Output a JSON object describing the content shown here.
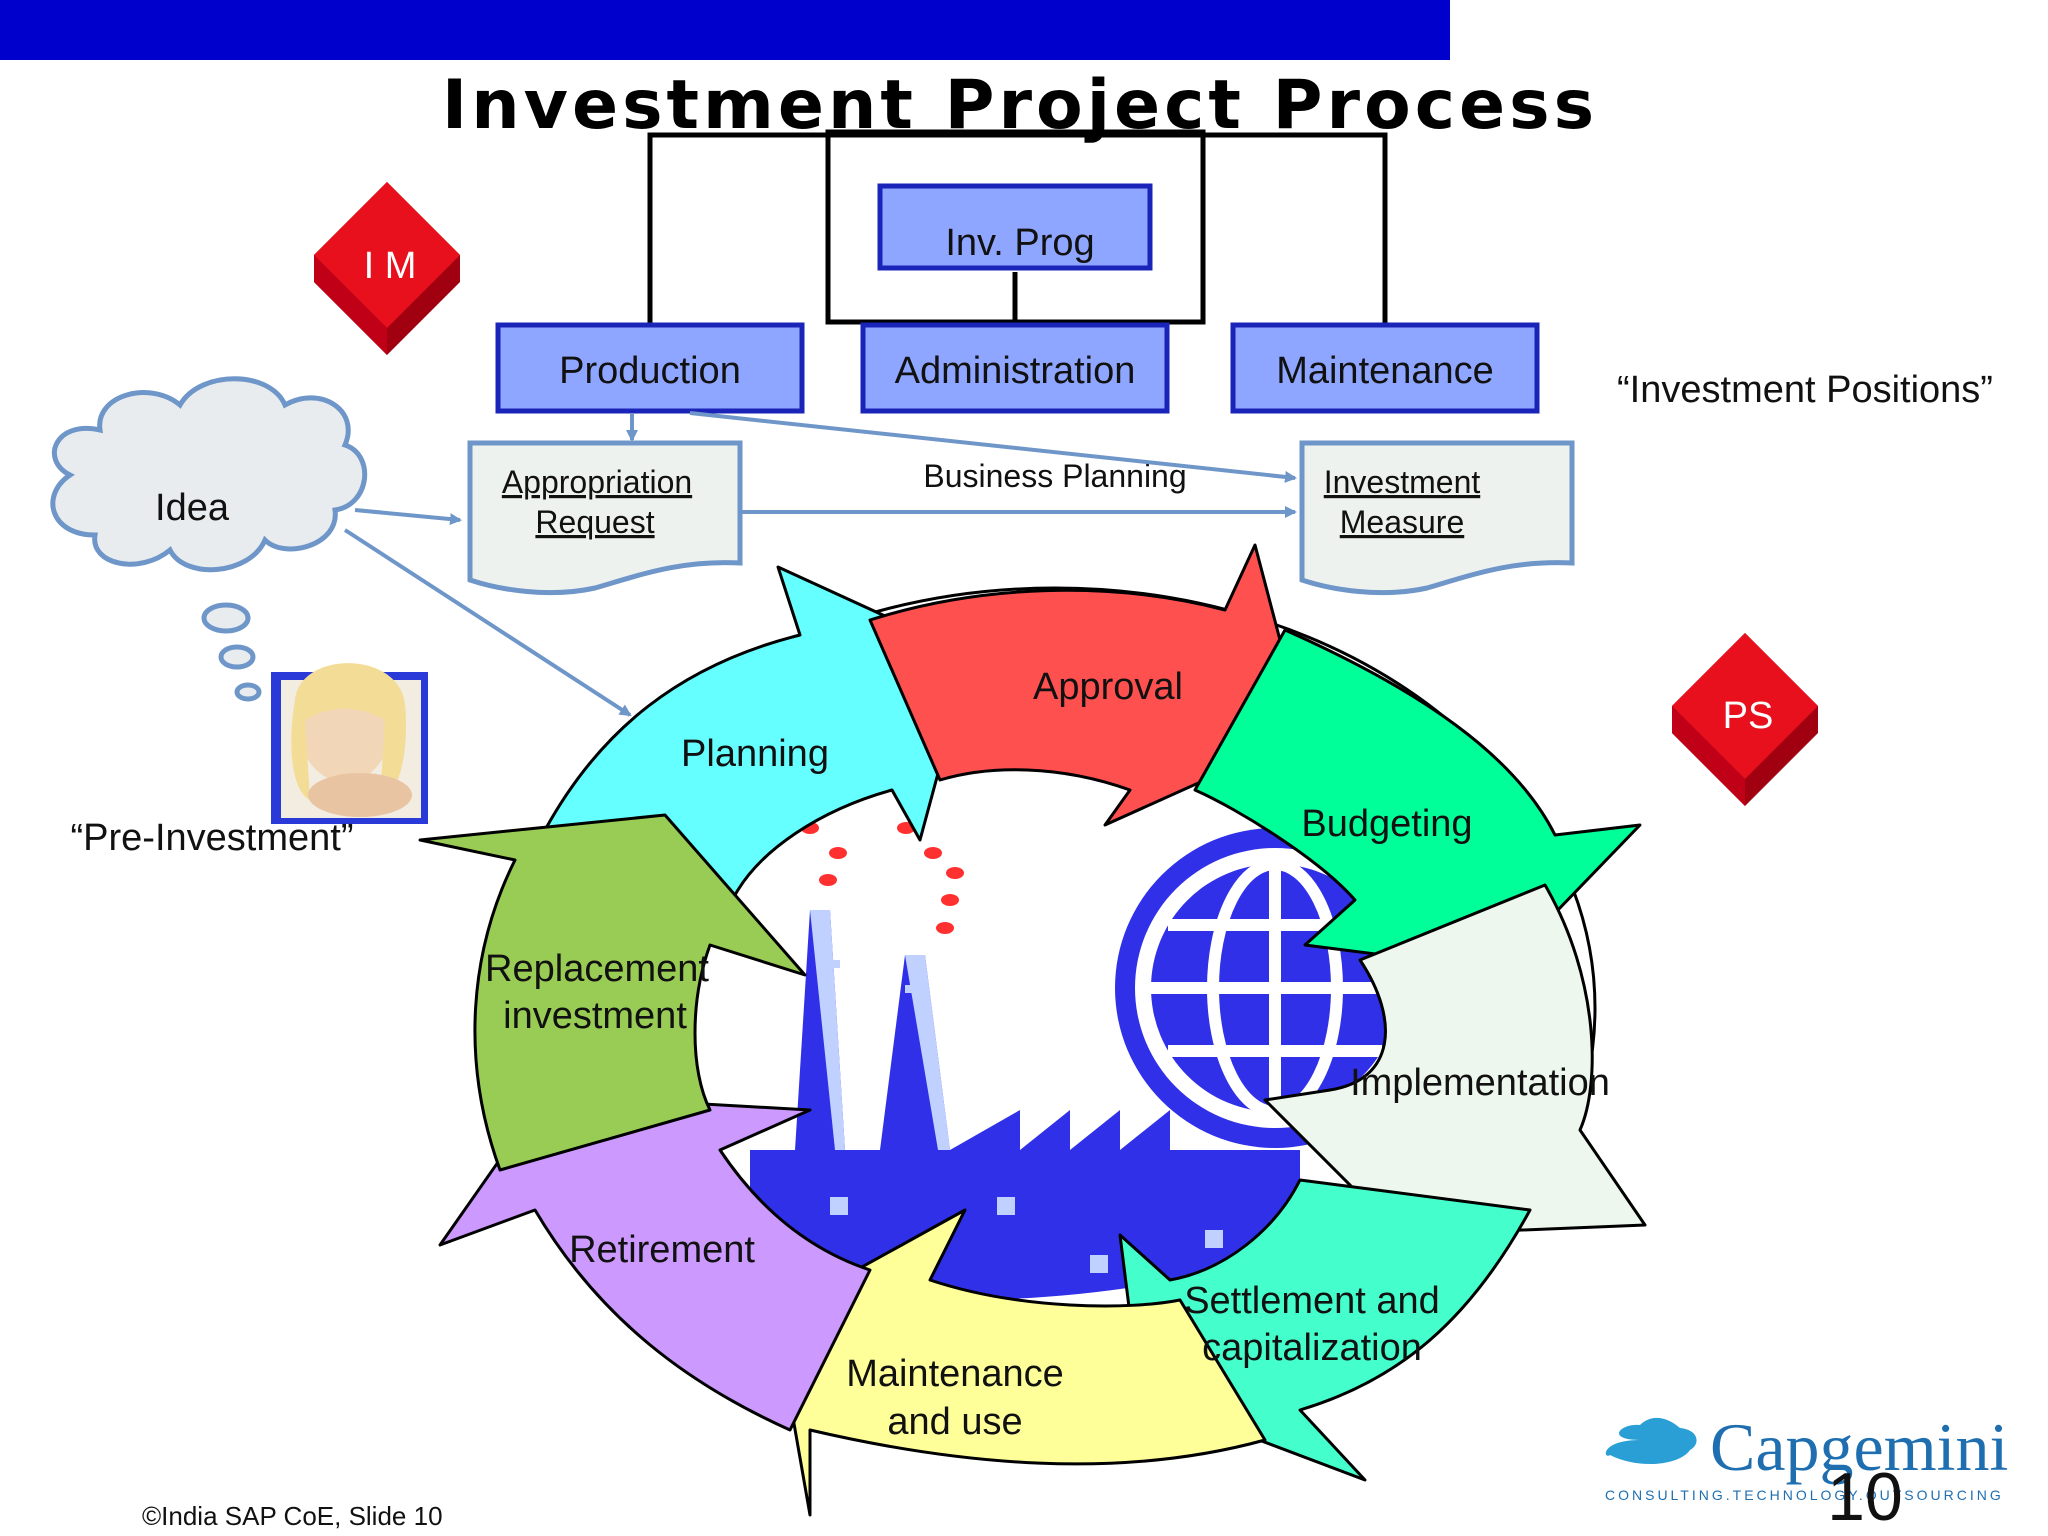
{
  "slide": {
    "title": "Investment Project Process",
    "copyright": "©India SAP CoE, Slide 10",
    "page_number": "10"
  },
  "hierarchy": {
    "top": "Inv. Prog",
    "positions": [
      "Production",
      "Administration",
      "Maintenance"
    ],
    "positions_caption": "“Investment Positions”"
  },
  "badges": {
    "im": "I M",
    "ps": "PS"
  },
  "pre_investment": {
    "idea": "Idea",
    "caption": "“Pre-Investment”"
  },
  "documents": {
    "appropriation_line1": "Appropriation ",
    "appropriation_line2": "Request",
    "measure_line1": "Investment",
    "measure_line2": "Measure",
    "business_planning": "Business Planning"
  },
  "cycle": {
    "planning": "Planning",
    "approval": "Approval",
    "budgeting": "Budgeting",
    "implementation": "Implementation",
    "settlement_line1": "Settlement and",
    "settlement_line2": "capitalization",
    "maintenance_line1": "Maintenance",
    "maintenance_line2": "and use",
    "retirement": "Retirement",
    "replacement_line1": "Replacement",
    "replacement_line2": "investment"
  },
  "logo": {
    "name": "Capgemini",
    "tagline": "CONSULTING.TECHNOLOGY.OUTSOURCING"
  },
  "colors": {
    "top_bar": "#0000cc",
    "box_fill": "#8ea6ff",
    "box_border": "#1a24b8",
    "arrow_line": "#6f96c9",
    "badge_red": "#e8101c",
    "factory_blue": "#3030e8",
    "planning": "#66ffff",
    "approval": "#ff5050",
    "budgeting": "#00ff99",
    "implementation": "#eef7ee",
    "settlement": "#44ffcc",
    "maintenance": "#ffff99",
    "retirement": "#cc99ff",
    "replacement": "#99cc55"
  }
}
